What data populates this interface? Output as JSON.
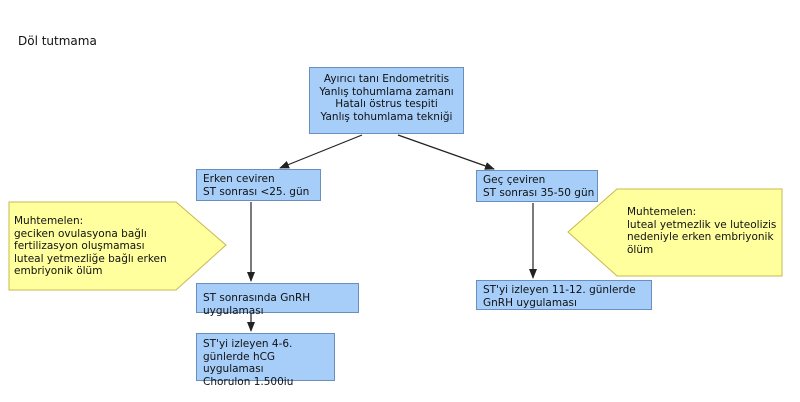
{
  "title": "Döl tutmama",
  "boxes": {
    "root": "Ayırıcı tanı Endometritis\nYanlış tohumlama zamanı\nHatalı östrus tespiti\nYanlış tohumlama tekniği",
    "early": "Erken ceviren\nST sonrası <25. gün",
    "late": "Geç çeviren\nST sonrası 35-50 gün",
    "early_gnrh": "ST sonrasında GnRH uygulaması",
    "late_gnrh": "ST'yi izleyen 11-12. günlerde\nGnRH uygulaması",
    "hcg": "ST'yi izleyen 4-6.\ngünlerde hCG uygulaması\nChorulon 1.500iu"
  },
  "callouts": {
    "left": "Muhtemelen:\ngeciken ovulasyona bağlı\nfertilizasyon oluşmaması\nluteal yetmezliğe bağlı erken\nembriyonik ölüm",
    "right": "Muhtemelen:\nluteal yetmezlik ve luteolizis\nnedeniyle erken embriyonik\nölüm"
  },
  "colors": {
    "box_fill": "#a6cef9",
    "callout_fill": "#ffff9e"
  }
}
